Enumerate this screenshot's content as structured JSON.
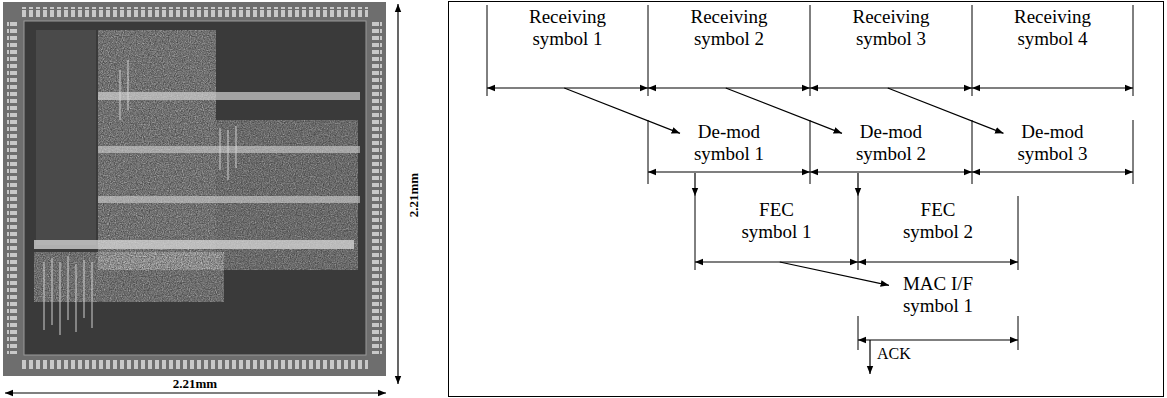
{
  "diagram": {
    "nodes": [
      {
        "text": [
          "Receiving symbol 1"
        ]
      },
      {
        "text": [
          "Receiving symbol 2"
        ]
      },
      {
        "text": [
          "Receiving symbol 3"
        ]
      },
      {
        "text": [
          "Receiving symbol 4"
        ]
      },
      {
        "text": [
          "De-mod symbol 1"
        ]
      },
      {
        "text": [
          "De-mod symbol 2"
        ]
      },
      {
        "text": [
          "De-mod symbol 3"
        ]
      },
      {
        "text": [
          "FEC symbol 1"
        ]
      },
      {
        "text": [
          "FEC symbol 2"
        ]
      },
      {
        "text": [
          "MAC I/F symbol 1"
        ]
      }
    ],
    "edges": [
      {
        "from": 0,
        "to": 4,
        "arrow": "to"
      },
      {
        "from": 1,
        "to": 5,
        "arrow": "to"
      },
      {
        "from": 2,
        "to": 6,
        "arrow": "to"
      },
      {
        "from": 4,
        "to": 7,
        "arrow": "to"
      },
      {
        "from": 5,
        "to": 8,
        "arrow": "to"
      },
      {
        "from": 7,
        "to": 9,
        "arrow": "to"
      }
    ],
    "labels": [
      "2.21mm",
      "2.21mm",
      "ACK"
    ]
  }
}
